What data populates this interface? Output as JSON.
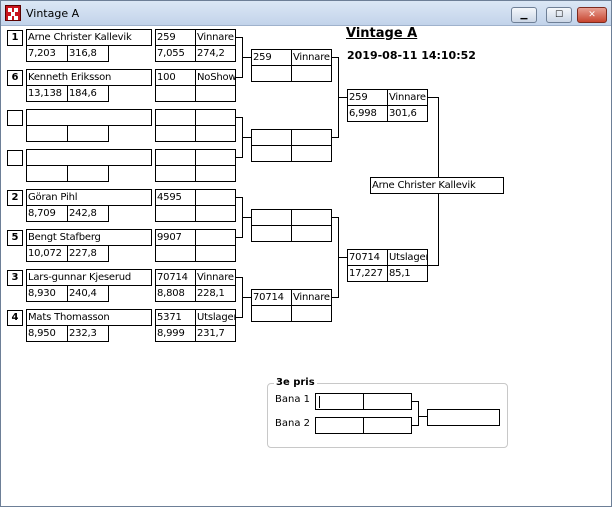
{
  "window": {
    "title": "Vintage A",
    "minimize": "▁",
    "maximize": "☐",
    "close": "✕"
  },
  "header": {
    "title": "Vintage A",
    "datetime": "2019-08-11 14:10:52"
  },
  "entrants": [
    {
      "seed": "1",
      "name": "Arne Christer Kallevik",
      "t1": "7,203",
      "s1": "316,8",
      "num": "259",
      "res": "Vinnare",
      "t2": "7,055",
      "s2": "274,2"
    },
    {
      "seed": "6",
      "name": "Kenneth Eriksson",
      "t1": "13,138",
      "s1": "184,6",
      "num": "100",
      "res": "NoShow",
      "t2": "",
      "s2": ""
    },
    {
      "seed": "",
      "name": "",
      "t1": "",
      "s1": "",
      "num": "",
      "res": "",
      "t2": "",
      "s2": ""
    },
    {
      "seed": "",
      "name": "",
      "t1": "",
      "s1": "",
      "num": "",
      "res": "",
      "t2": "",
      "s2": ""
    },
    {
      "seed": "2",
      "name": "Göran Pihl",
      "t1": "8,709",
      "s1": "242,8",
      "num": "4595",
      "res": "",
      "t2": "",
      "s2": ""
    },
    {
      "seed": "5",
      "name": "Bengt Stafberg",
      "t1": "10,072",
      "s1": "227,8",
      "num": "9907",
      "res": "",
      "t2": "",
      "s2": ""
    },
    {
      "seed": "3",
      "name": "Lars-gunnar Kjeserud",
      "t1": "8,930",
      "s1": "240,4",
      "num": "70714",
      "res": "Vinnare",
      "t2": "8,808",
      "s2": "228,1"
    },
    {
      "seed": "4",
      "name": "Mats Thomasson",
      "t1": "8,950",
      "s1": "232,3",
      "num": "5371",
      "res": "Utslagen",
      "t2": "8,999",
      "s2": "231,7"
    }
  ],
  "round2": [
    {
      "num": "259",
      "res": "Vinnare",
      "t": "",
      "s": ""
    },
    {
      "num": "",
      "res": "",
      "t": "",
      "s": ""
    },
    {
      "num": "",
      "res": "",
      "t": "",
      "s": ""
    },
    {
      "num": "70714",
      "res": "Vinnare",
      "t": "",
      "s": ""
    }
  ],
  "semis": [
    {
      "num": "259",
      "res": "Vinnare",
      "t": "6,998",
      "s": "301,6"
    },
    {
      "num": "70714",
      "res": "Utslagen",
      "t": "17,227",
      "s": "85,1"
    }
  ],
  "winner": "Arne Christer Kallevik",
  "third_prize": {
    "label": "3e pris",
    "lane1": "Bana 1",
    "lane2": "Bana 2"
  }
}
